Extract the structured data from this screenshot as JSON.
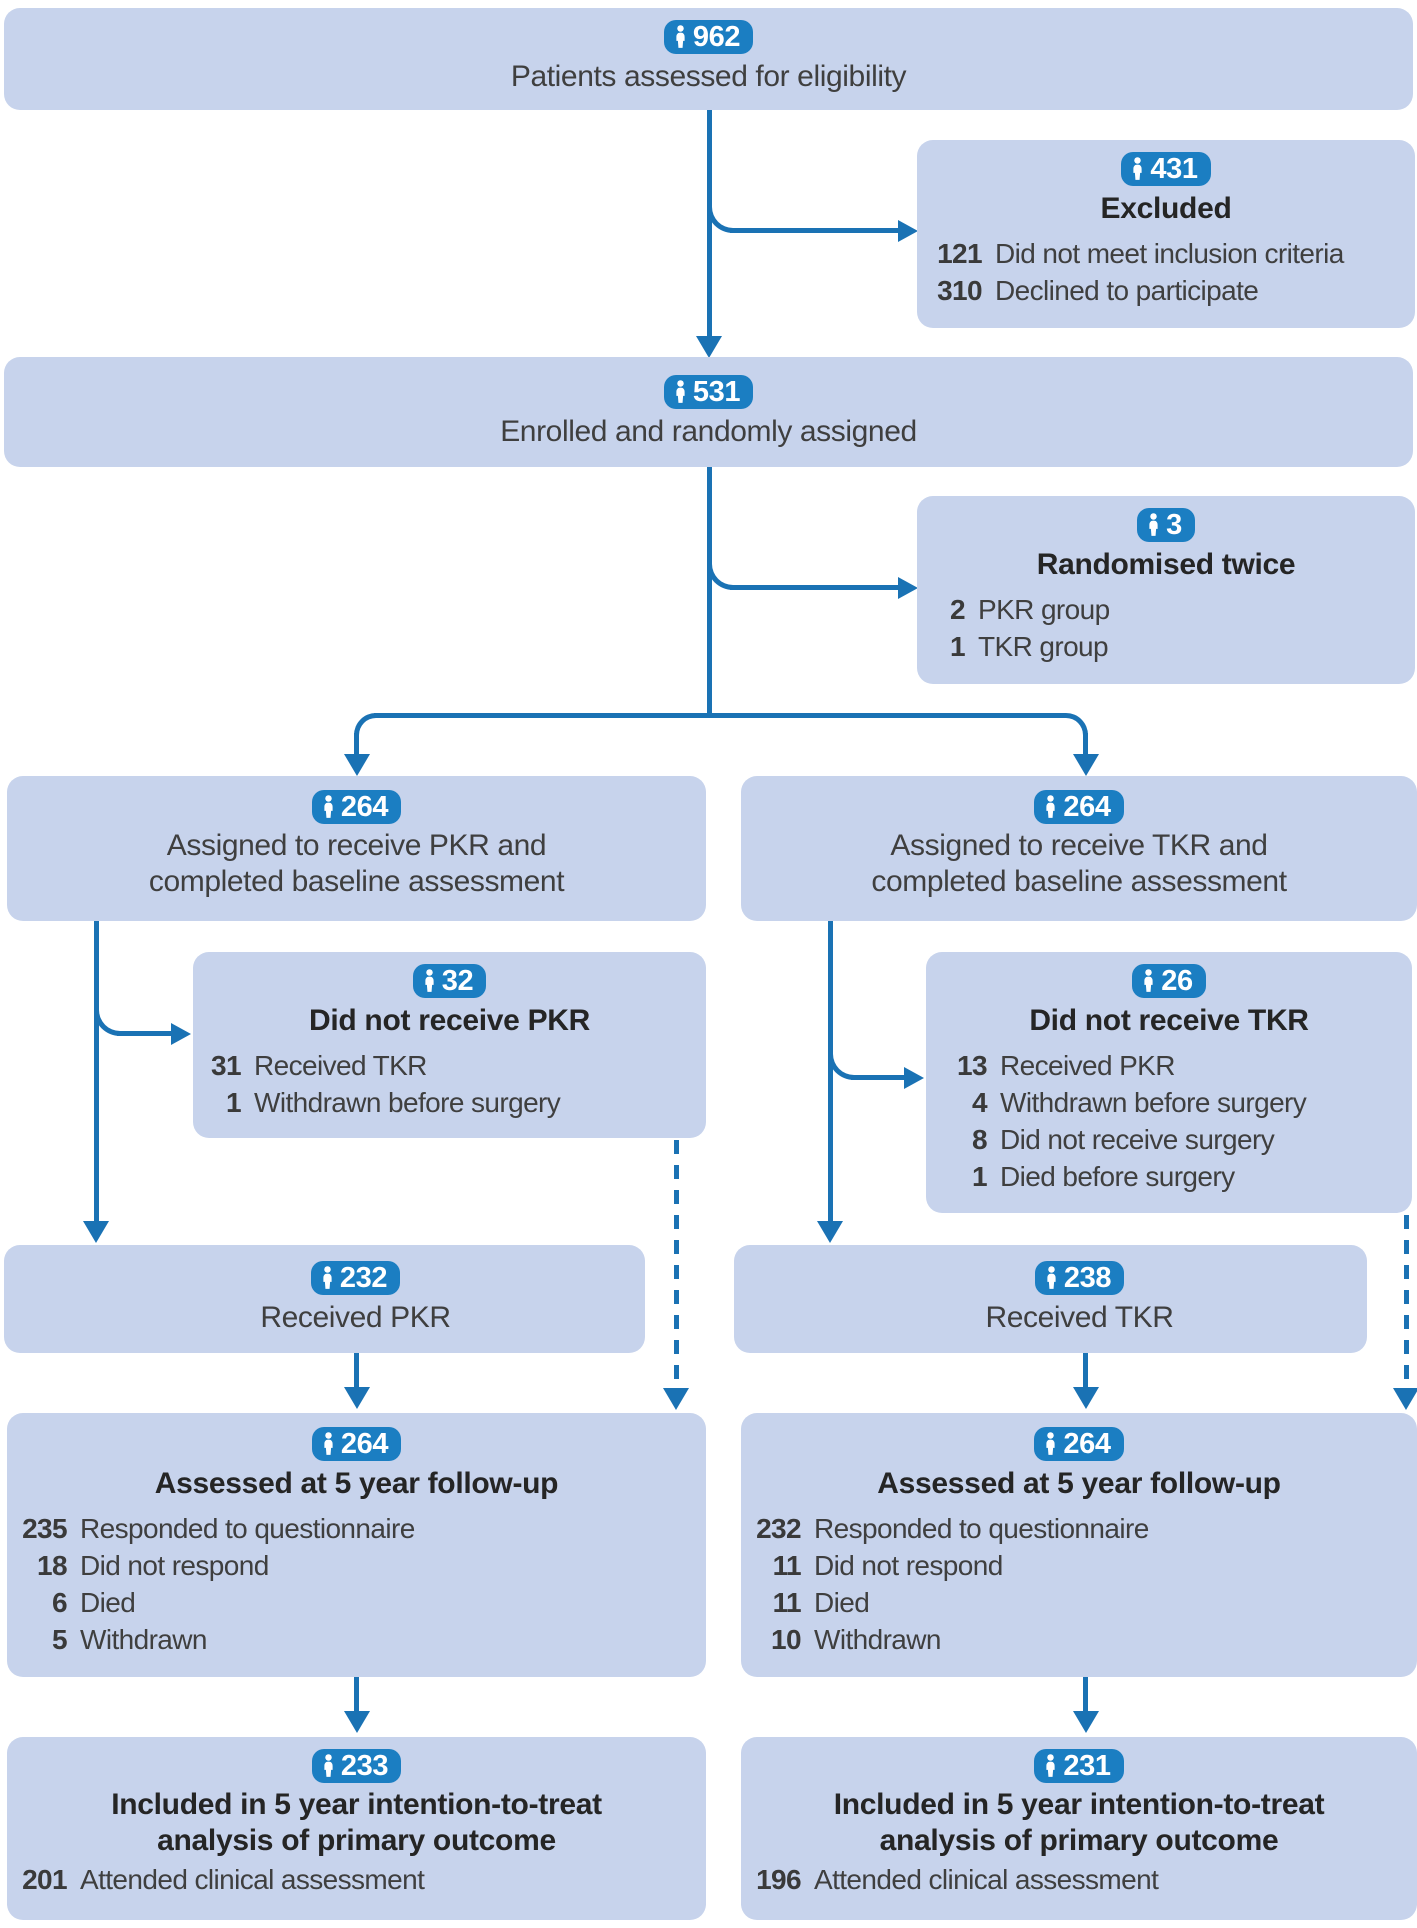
{
  "palette": {
    "box_fill": "#c7d3ec",
    "badge_blue": "#1b7ec2",
    "line_blue": "#1a72b4",
    "text": "#3f3f3f",
    "heading": "#252525",
    "number": "#3a3a3a",
    "badge_text": "#ffffff",
    "background": "#ffffff"
  },
  "icons": {
    "badge_icon": "person-icon"
  },
  "nodes": {
    "eligibility": {
      "count": "962",
      "title": "Patients assessed for eligibility"
    },
    "excluded": {
      "count": "431",
      "title": "Excluded",
      "items": [
        [
          "121",
          "Did not meet inclusion criteria"
        ],
        [
          "310",
          "Declined to participate"
        ]
      ]
    },
    "enrolled": {
      "count": "531",
      "title": "Enrolled and randomly assigned"
    },
    "randomised_twice": {
      "count": "3",
      "title": "Randomised twice",
      "items": [
        [
          "2",
          "PKR group"
        ],
        [
          "1",
          "TKR group"
        ]
      ]
    },
    "assigned_pkr": {
      "count": "264",
      "title_lines": [
        "Assigned to receive PKR and",
        "completed baseline assessment"
      ]
    },
    "assigned_tkr": {
      "count": "264",
      "title_lines": [
        "Assigned to receive TKR and",
        "completed baseline assessment"
      ]
    },
    "not_received_pkr": {
      "count": "32",
      "title": "Did not receive PKR",
      "items": [
        [
          "31",
          "Received TKR"
        ],
        [
          "1",
          "Withdrawn before surgery"
        ]
      ]
    },
    "not_received_tkr": {
      "count": "26",
      "title": "Did not receive TKR",
      "items": [
        [
          "13",
          "Received PKR"
        ],
        [
          "4",
          "Withdrawn before surgery"
        ],
        [
          "8",
          "Did not receive surgery"
        ],
        [
          "1",
          "Died before surgery"
        ]
      ]
    },
    "received_pkr": {
      "count": "232",
      "title": "Received PKR"
    },
    "received_tkr": {
      "count": "238",
      "title": "Received TKR"
    },
    "assessed_pkr": {
      "count": "264",
      "title": "Assessed at 5 year follow-up",
      "items": [
        [
          "235",
          "Responded to questionnaire"
        ],
        [
          "18",
          "Did not respond"
        ],
        [
          "6",
          "Died"
        ],
        [
          "5",
          "Withdrawn"
        ]
      ]
    },
    "assessed_tkr": {
      "count": "264",
      "title": "Assessed at 5 year follow-up",
      "items": [
        [
          "232",
          "Responded to questionnaire"
        ],
        [
          "11",
          "Did not respond"
        ],
        [
          "11",
          "Died"
        ],
        [
          "10",
          "Withdrawn"
        ]
      ]
    },
    "included_pkr": {
      "count": "233",
      "title_lines": [
        "Included in 5 year intention-to-treat",
        "analysis of primary outcome"
      ],
      "items": [
        [
          "201",
          "Attended clinical assessment"
        ]
      ]
    },
    "included_tkr": {
      "count": "231",
      "title_lines": [
        "Included in 5 year intention-to-treat",
        "analysis of primary outcome"
      ],
      "items": [
        [
          "196",
          "Attended clinical assessment"
        ]
      ]
    }
  }
}
